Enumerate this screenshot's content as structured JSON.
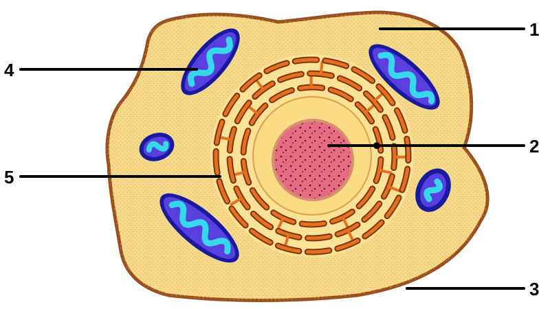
{
  "labels": [
    {
      "id": "cytoplasm",
      "number": "1"
    },
    {
      "id": "nucleus",
      "number": "2"
    },
    {
      "id": "cell-membrane",
      "number": "3"
    },
    {
      "id": "mitochondrion",
      "number": "4"
    },
    {
      "id": "endoplasmic-reticulum",
      "number": "5"
    }
  ],
  "colors": {
    "background": "#ffffff",
    "cytoplasm": "#f6d98a",
    "cytoplasm_dots": "#d9b45e",
    "membrane": "#9a4f1f",
    "er_ring_fill": "#fbe49b",
    "er_cisternae": "#e8701c",
    "er_outline": "#7a3410",
    "nucleus": "#e56a82",
    "nucleus_dots": "#3a1720",
    "mito_outer": "#1a1aa0",
    "mito_matrix": "#5a3fe0",
    "mito_cristae": "#36d8ec",
    "leader_line": "#000000"
  }
}
